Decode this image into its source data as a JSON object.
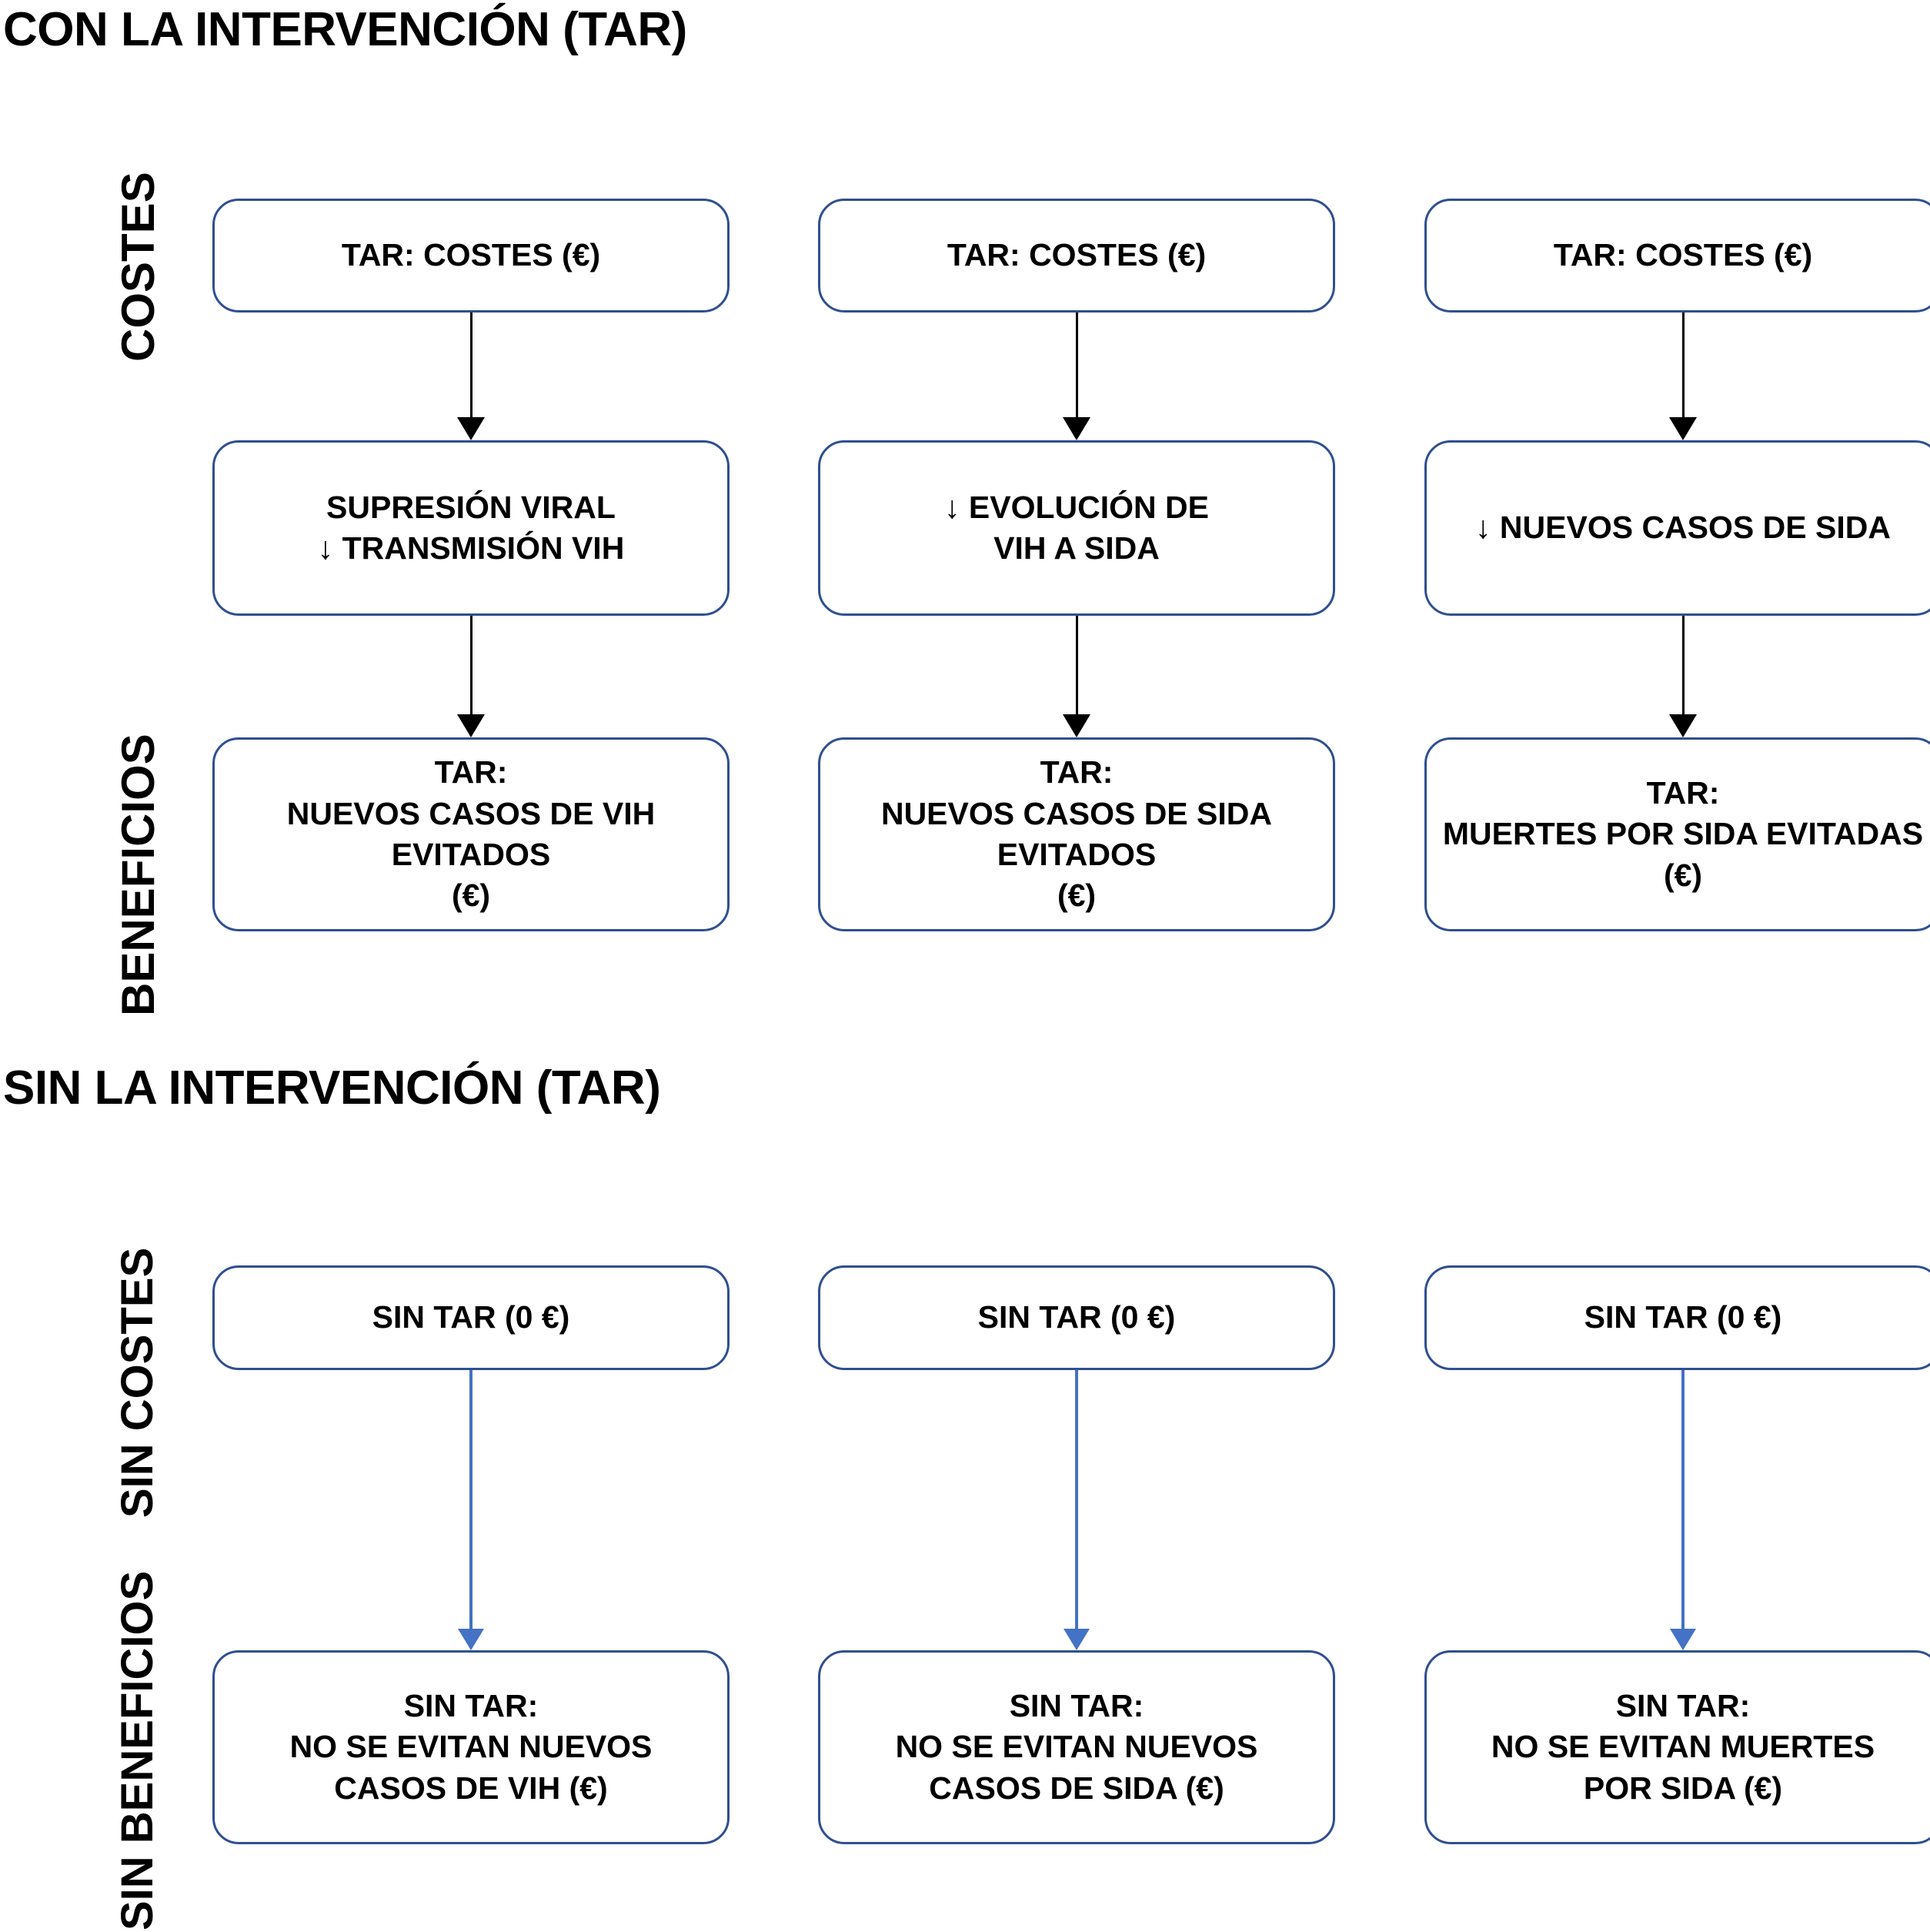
{
  "sections": {
    "with_intervention": {
      "heading": "CON LA INTERVENCIÓN (TAR)",
      "row_labels": {
        "costs": "COSTES",
        "benefits": "BENEFICIOS"
      },
      "columns": [
        {
          "cost_box": "TAR: COSTES (€)",
          "mechanism_box": [
            "SUPRESIÓN VIRAL",
            "↓ TRANSMISIÓN VIH"
          ],
          "benefit_box": [
            "TAR:",
            "NUEVOS CASOS DE VIH",
            "EVITADOS",
            "(€)"
          ]
        },
        {
          "cost_box": "TAR: COSTES (€)",
          "mechanism_box": [
            "↓ EVOLUCIÓN DE",
            "VIH A SIDA"
          ],
          "benefit_box": [
            "TAR:",
            "NUEVOS CASOS DE SIDA",
            "EVITADOS",
            "(€)"
          ]
        },
        {
          "cost_box": "TAR: COSTES (€)",
          "mechanism_box": [
            "↓ NUEVOS CASOS DE SIDA"
          ],
          "benefit_box": [
            "TAR:",
            "MUERTES POR SIDA EVITADAS",
            "(€)"
          ]
        }
      ]
    },
    "without_intervention": {
      "heading": "SIN LA INTERVENCIÓN (TAR)",
      "row_labels": {
        "costs": "SIN COSTES",
        "benefits": "SIN BENEFICIOS"
      },
      "columns": [
        {
          "cost_box": "SIN TAR (0 €)",
          "benefit_box": [
            "SIN TAR:",
            "NO SE EVITAN NUEVOS",
            "CASOS DE VIH (€)"
          ]
        },
        {
          "cost_box": "SIN TAR (0 €)",
          "benefit_box": [
            "SIN TAR:",
            "NO SE EVITAN NUEVOS",
            "CASOS DE SIDA (€)"
          ]
        },
        {
          "cost_box": "SIN TAR (0 €)",
          "benefit_box": [
            "SIN TAR:",
            "NO SE EVITAN MUERTES",
            "POR SIDA (€)"
          ]
        }
      ]
    }
  },
  "colors": {
    "box_border": "#2f4f91",
    "box_fill": "#ffffff",
    "arrow_top": "#000000",
    "arrow_bottom": "#4472c4",
    "text": "#000000"
  }
}
